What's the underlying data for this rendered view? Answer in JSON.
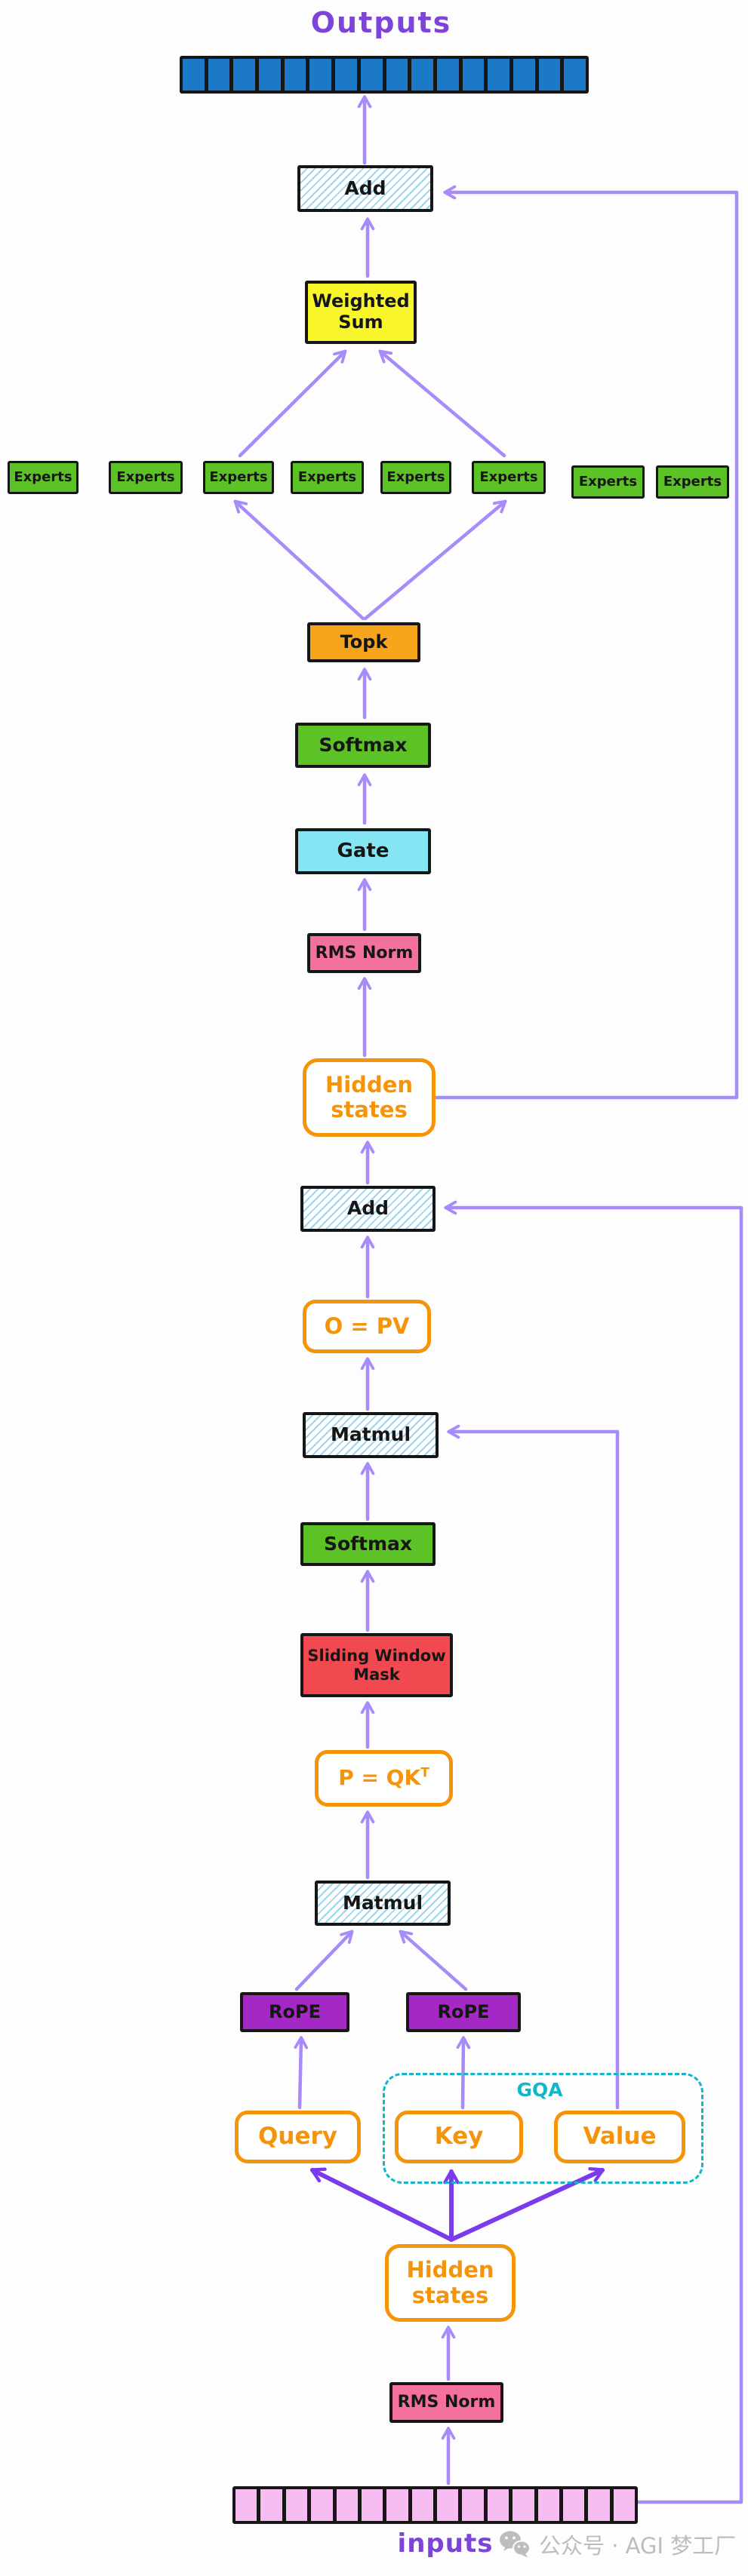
{
  "labels": {
    "outputs": "Outputs",
    "inputs": "inputs"
  },
  "bars": {
    "outputs": {
      "cells": 16,
      "color": "#1b79c8"
    },
    "inputs": {
      "cells": 16,
      "color": "#f5bdf2"
    }
  },
  "moe": {
    "add": "Add",
    "weighted_sum": [
      "Weighted",
      "Sum"
    ],
    "experts": [
      "Experts",
      "Experts",
      "Experts",
      "Experts",
      "Experts",
      "Experts",
      "Experts",
      "Experts"
    ],
    "topk": "Topk",
    "softmax": "Softmax",
    "gate": "Gate",
    "rms_norm": "RMS Norm",
    "hidden_states": [
      "Hidden",
      "states"
    ]
  },
  "attention": {
    "add": "Add",
    "o_pv": "O = PV",
    "matmul_out": "Matmul",
    "softmax": "Softmax",
    "mask": [
      "Sliding Window",
      "Mask"
    ],
    "p_qkt": {
      "base": "P = QK",
      "sup": "T"
    },
    "matmul_qk": "Matmul",
    "rope_q": "RoPE",
    "rope_k": "RoPE",
    "gqa": "GQA",
    "query": "Query",
    "key": "Key",
    "value": "Value",
    "hidden_states": [
      "Hidden",
      "states"
    ],
    "rms_norm": "RMS Norm"
  },
  "watermark": {
    "icon": "wechat-icon",
    "text": "公众号 · AGI 梦工厂"
  },
  "colors": {
    "label_purple": "#7d44da",
    "arrow_light": "#a78bfa",
    "arrow_dark": "#7c3aed",
    "output_token_blue": "#1b79c8",
    "input_token_pink": "#f5bdf2",
    "expert_green": "#5dc226",
    "topk_orange": "#f7a61c",
    "gate_cyan": "#85e6f3",
    "norm_pink": "#f4719d",
    "mask_red": "#f2484f",
    "rope_purple": "#a527c6",
    "outline_orange": "#f59408",
    "gqa_teal": "#12b6c8",
    "weighted_sum_yellow": "#f8f62b",
    "hatch_blue": "#9ed6ee",
    "watermark_gray": "#bdbdbd"
  }
}
